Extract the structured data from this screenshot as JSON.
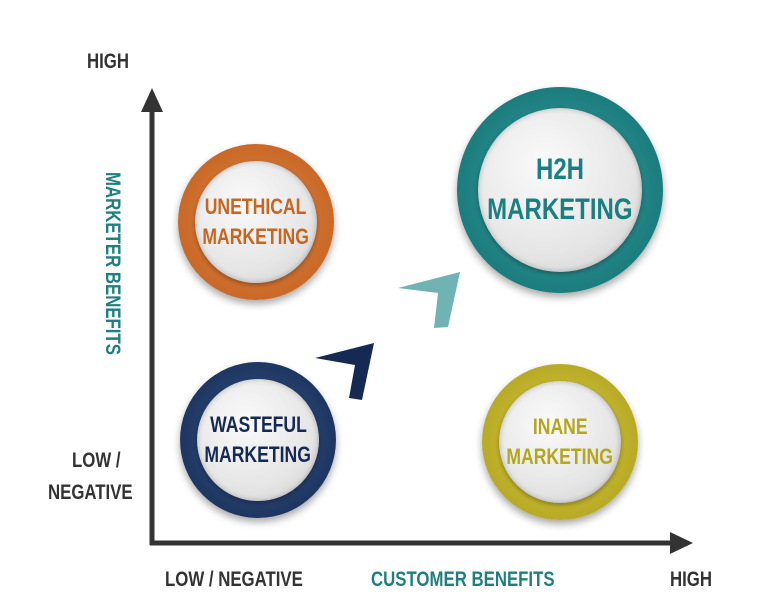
{
  "axes": {
    "y_high": "HIGH",
    "y_low_1": "LOW  /",
    "y_low_2": "NEGATIVE",
    "y_title": "MARKETER BENEFITS",
    "x_low": "LOW / NEGATIVE",
    "x_title": "CUSTOMER BENEFITS",
    "x_high": "HIGH"
  },
  "quadrants": [
    {
      "line1": "UNETHICAL",
      "line2": "MARKETING",
      "color": "#c8651f"
    },
    {
      "line1": "H2H",
      "line2": "MARKETING",
      "color": "#1a8585"
    },
    {
      "line1": "WASTEFUL",
      "line2": "MARKETING",
      "color": "#142a52"
    },
    {
      "line1": "INANE",
      "line2": "MARKETING",
      "color": "#b5a71c"
    }
  ]
}
